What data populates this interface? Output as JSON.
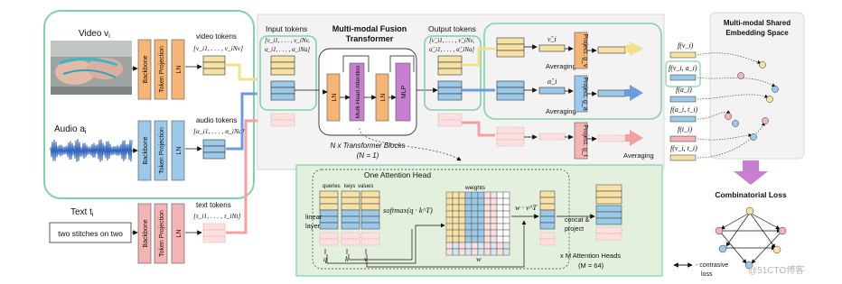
{
  "colors": {
    "green_border": "#7fd3a8",
    "green_panel": "#e3f0dd",
    "yellow": "#f7e2a6",
    "blue": "#9cc9e8",
    "pink": "#f4b4b4",
    "orange": "#f6b574",
    "purple": "#c77fcf",
    "video_arrow": "#f3e08a",
    "audio_arrow": "#6d9be0",
    "text_arrow": "#f2a0a0"
  },
  "inputs": {
    "video": {
      "label": "Video v",
      "sub": "i",
      "backbone": "Backbone",
      "projection": "Token Projection",
      "ln": "LN",
      "tokens_label": "video tokens",
      "tokens_expr": "[ν_i1, . . . , ν_iNv]"
    },
    "audio": {
      "label": "Audio a",
      "sub": "i",
      "backbone": "Backbone",
      "projection": "Token Projection",
      "ln": "LN",
      "tokens_label": "audio tokens",
      "tokens_expr": "[α_i1, . . . , α_iNa]"
    },
    "text": {
      "label": "Text t",
      "sub": "i",
      "sample": "two stitches on two",
      "backbone": "Backbone",
      "projection": "Token Projection",
      "ln": "LN",
      "tokens_label": "text tokens",
      "tokens_expr": "[τ_i1, . . . , τ_iNt]"
    }
  },
  "fusion": {
    "input_tokens": "Input tokens",
    "input_expr_1": "[ν_i1, . . . , ν_iNv,",
    "input_expr_2": "α_i1, . . . , α_iNa]",
    "title_1": "Multi-modal Fusion",
    "title_2": "Transformer",
    "ln_a": "LN",
    "attention": "Multi-Head Attention",
    "ln_b": "LN",
    "mlp": "MLP",
    "blocks": "N x Transformer Blocks",
    "blocks_n": "(N = 1)",
    "output_tokens": "Output tokens",
    "output_expr_1": "[ν̂_i1, . . . , ν̂_iNv,",
    "output_expr_2": "α̂_i1, . . . , α̂_iNa]"
  },
  "outputs": {
    "video_hat": "ν̂_i",
    "audio_hat": "α̂_i",
    "averaging_1": "Averaging",
    "averaging_2": "Averaging",
    "averaging_3": "Averaging",
    "proj_v": "Project. g_v",
    "proj_a": "Project. g_a",
    "proj_t": "Project. g_t"
  },
  "attention_head": {
    "title": "One Attention Head",
    "queries": "queries",
    "keys": "keys",
    "values": "values",
    "weights": "weights",
    "linear": "linear",
    "layer": "layer",
    "softmax": "softmax(q · k^T)",
    "wv": "w · v^T",
    "w": "w",
    "concat": "concat &",
    "project": "project",
    "q": "q",
    "k": "k",
    "v": "v",
    "heads": "x M Attention Heads",
    "heads_m": "(M = 64)"
  },
  "embedding": {
    "title_1": "Multi-modal Shared",
    "title_2": "Embedding Space",
    "f_v": "f(v_i)",
    "f_va": "f(v_i, a_i)",
    "f_a": "f(a_i)",
    "f_at": "f(a_i, t_i)",
    "f_t": "f(t_i)",
    "f_vt": "f(v_i, t_i)",
    "loss": "Combinatorial Loss",
    "legend_1": "- contrasive",
    "legend_2": "loss",
    "watermark": "@51CTO博客"
  }
}
